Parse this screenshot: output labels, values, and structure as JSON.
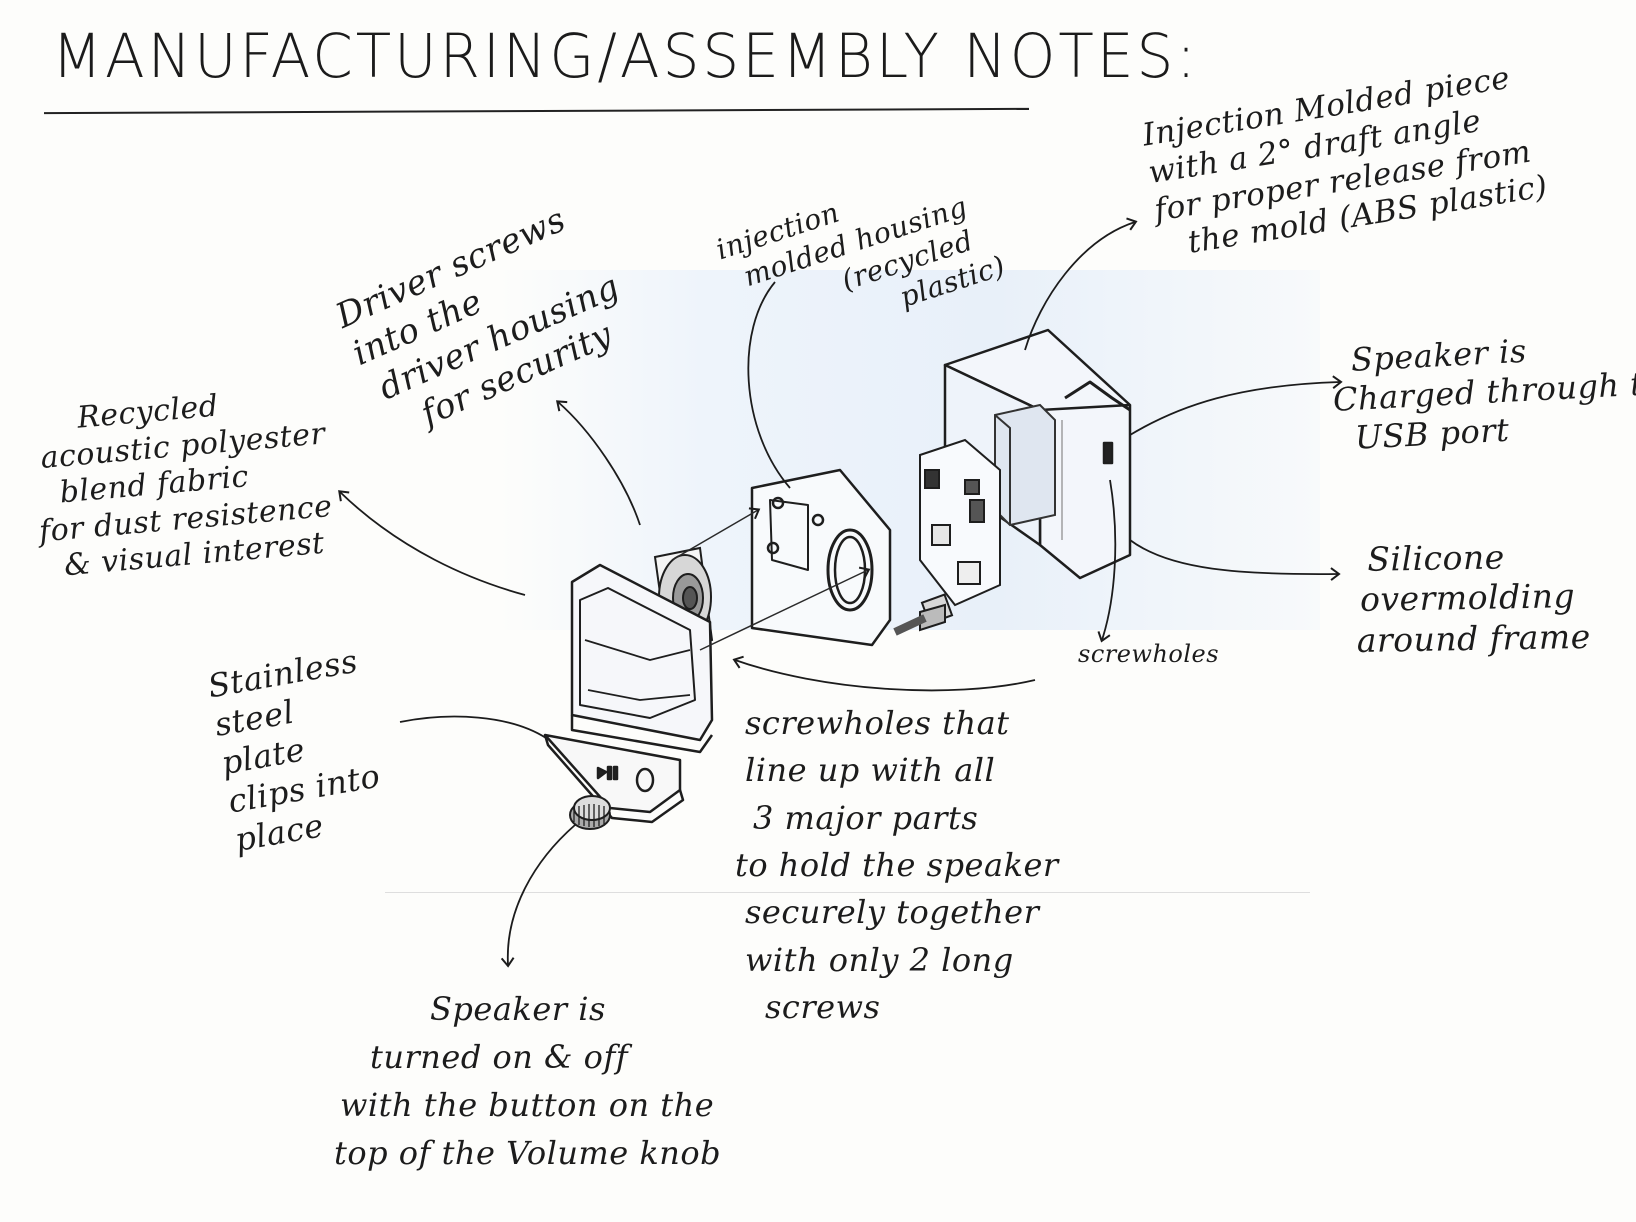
{
  "title": "MANUFACTURING/ASSEMBLY NOTES:",
  "notes": {
    "injection_molded_piece": [
      "Injection Molded piece",
      "with a 2° draft angle",
      "for proper release from",
      "the mold (ABS plastic)"
    ],
    "injection_molded_housing": [
      "injection",
      "molded housing",
      "(recycled",
      "plastic)"
    ],
    "driver_screws": [
      "Driver screws",
      "into the",
      "driver housing",
      "for security"
    ],
    "speaker_charged": [
      "Speaker is",
      "Charged through the",
      "USB port"
    ],
    "recycled_fabric": [
      "Recycled",
      "acoustic polyester",
      "blend fabric",
      "for dust resistence",
      "& visual interest"
    ],
    "silicone_overmolding": [
      "Silicone",
      "overmolding",
      "around frame"
    ],
    "screwholes": [
      "screwholes"
    ],
    "stainless_plate": [
      "Stainless",
      "steel",
      "plate",
      "clips into",
      "place"
    ],
    "screwholes_lineup": [
      "screwholes that",
      "line up with all",
      "3 major parts",
      "to hold the speaker",
      "securely together",
      "with only 2 long",
      "screws"
    ],
    "speaker_onoff": [
      "Speaker is",
      "turned on & off",
      "with the button on the",
      "top of the Volume knob"
    ]
  },
  "colors": {
    "ink": "#1c1c1c",
    "paper": "#fdfdfb",
    "backdrop": "#e8f0f9"
  }
}
